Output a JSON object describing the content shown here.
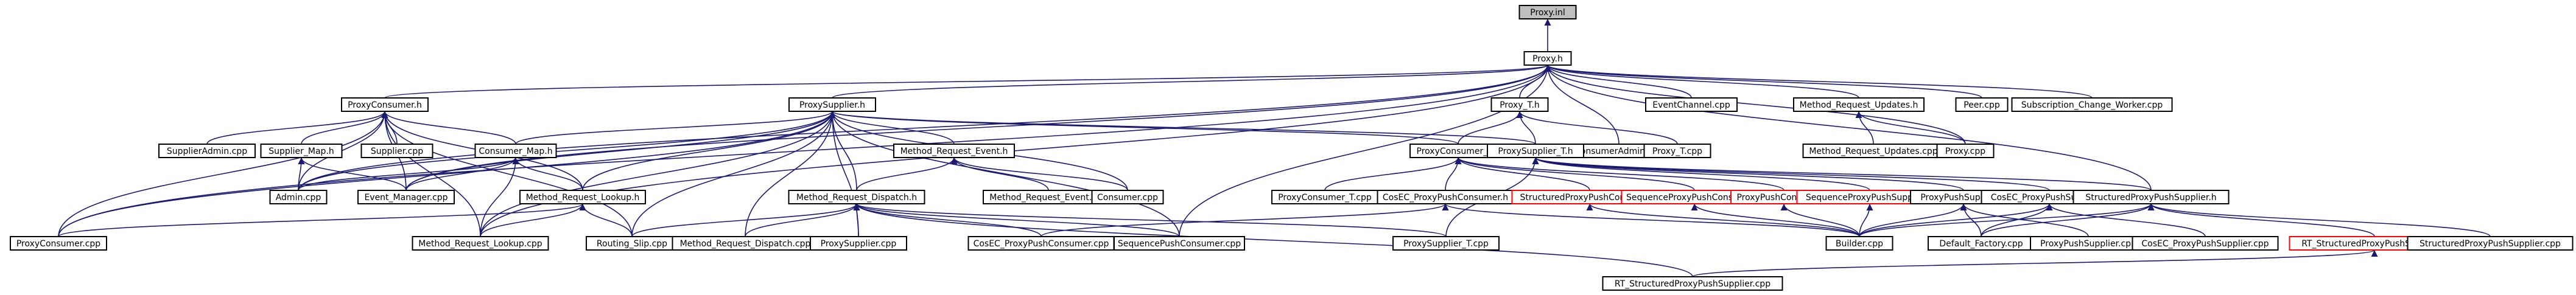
{
  "colors": {
    "edge": "#191970",
    "node_border": "#000000",
    "node_fill": "#ffffff",
    "root_fill": "#bfbfbf",
    "missing_border": "#ff0000"
  },
  "nodes": [
    {
      "id": "n1",
      "label": "Proxy.inl",
      "style": "root"
    },
    {
      "id": "n2",
      "label": "Proxy.h"
    },
    {
      "id": "n3",
      "label": "ProxyConsumer.h"
    },
    {
      "id": "n4",
      "label": "ProxySupplier.h"
    },
    {
      "id": "n5",
      "label": "Proxy_T.h"
    },
    {
      "id": "n6",
      "label": "ConsumerAdmin.cpp"
    },
    {
      "id": "n7",
      "label": "EventChannel.cpp"
    },
    {
      "id": "n8",
      "label": "Method_Request_Updates.h"
    },
    {
      "id": "n9",
      "label": "Peer.cpp"
    },
    {
      "id": "n10",
      "label": "Subscription_Change_Worker.cpp"
    },
    {
      "id": "n11",
      "label": "SupplierAdmin.cpp"
    },
    {
      "id": "n12",
      "label": "Supplier_Map.h"
    },
    {
      "id": "n13",
      "label": "Supplier.cpp"
    },
    {
      "id": "n14",
      "label": "Consumer_Map.h"
    },
    {
      "id": "n15",
      "label": "Method_Request_Event.h"
    },
    {
      "id": "n16",
      "label": "ProxyConsumer_T.h"
    },
    {
      "id": "n17",
      "label": "ProxySupplier_T.h"
    },
    {
      "id": "n18",
      "label": "Proxy_T.cpp"
    },
    {
      "id": "n19",
      "label": "Method_Request_Updates.cpp"
    },
    {
      "id": "n20",
      "label": "Proxy.cpp"
    },
    {
      "id": "n21",
      "label": "Admin.cpp"
    },
    {
      "id": "n22",
      "label": "Event_Manager.cpp"
    },
    {
      "id": "n23",
      "label": "Method_Request_Lookup.h"
    },
    {
      "id": "n24",
      "label": "Method_Request_Event.cpp"
    },
    {
      "id": "n25",
      "label": "Consumer.cpp"
    },
    {
      "id": "n26",
      "label": "ProxyConsumer_T.cpp"
    },
    {
      "id": "n27",
      "label": "CosEC_ProxyPushConsumer.h"
    },
    {
      "id": "n28",
      "label": "StructuredProxyPushConsumer.h",
      "style": "missing"
    },
    {
      "id": "n29",
      "label": "SequenceProxyPushConsumer.h",
      "style": "missing"
    },
    {
      "id": "n30",
      "label": "ProxyPushConsumer.h",
      "style": "missing"
    },
    {
      "id": "n31",
      "label": "SequenceProxyPushSupplier.h",
      "style": "missing"
    },
    {
      "id": "n32",
      "label": "ProxyPushSupplier.h"
    },
    {
      "id": "n33",
      "label": "CosEC_ProxyPushSupplier.h"
    },
    {
      "id": "n34",
      "label": "StructuredProxyPushSupplier.h"
    },
    {
      "id": "n35",
      "label": "Method_Request_Dispatch.h"
    },
    {
      "id": "n36",
      "label": "ProxyConsumer.cpp"
    },
    {
      "id": "n37",
      "label": "Method_Request_Lookup.cpp"
    },
    {
      "id": "n38",
      "label": "Routing_Slip.cpp"
    },
    {
      "id": "n39",
      "label": "Method_Request_Dispatch.cpp"
    },
    {
      "id": "n40",
      "label": "ProxySupplier.cpp"
    },
    {
      "id": "n41",
      "label": "CosEC_ProxyPushConsumer.cpp"
    },
    {
      "id": "n42",
      "label": "SequencePushConsumer.cpp"
    },
    {
      "id": "n43",
      "label": "ProxySupplier_T.cpp"
    },
    {
      "id": "n44",
      "label": "Builder.cpp"
    },
    {
      "id": "n45",
      "label": "Default_Factory.cpp"
    },
    {
      "id": "n46",
      "label": "ProxyPushSupplier.cpp"
    },
    {
      "id": "n47",
      "label": "CosEC_ProxyPushSupplier.cpp"
    },
    {
      "id": "n48",
      "label": "RT_StructuredProxyPushSupplier.h",
      "style": "missing"
    },
    {
      "id": "n49",
      "label": "StructuredProxyPushSupplier.cpp"
    },
    {
      "id": "n50",
      "label": "RT_StructuredProxyPushSupplier.cpp"
    }
  ],
  "edges": [
    [
      "n1",
      "n2"
    ],
    [
      "n2",
      "n3"
    ],
    [
      "n2",
      "n4"
    ],
    [
      "n2",
      "n5"
    ],
    [
      "n2",
      "n6"
    ],
    [
      "n2",
      "n7"
    ],
    [
      "n2",
      "n8"
    ],
    [
      "n2",
      "n9"
    ],
    [
      "n2",
      "n10"
    ],
    [
      "n2",
      "n20"
    ],
    [
      "n2",
      "n21"
    ],
    [
      "n2",
      "n22"
    ],
    [
      "n2",
      "n36"
    ],
    [
      "n2",
      "n37"
    ],
    [
      "n2",
      "n42"
    ],
    [
      "n2",
      "n34"
    ],
    [
      "n3",
      "n11"
    ],
    [
      "n3",
      "n12"
    ],
    [
      "n3",
      "n13"
    ],
    [
      "n3",
      "n14"
    ],
    [
      "n3",
      "n22"
    ],
    [
      "n3",
      "n21"
    ],
    [
      "n3",
      "n23"
    ],
    [
      "n3",
      "n36"
    ],
    [
      "n3",
      "n37"
    ],
    [
      "n3",
      "n38"
    ],
    [
      "n4",
      "n14"
    ],
    [
      "n4",
      "n15"
    ],
    [
      "n4",
      "n16"
    ],
    [
      "n4",
      "n17"
    ],
    [
      "n4",
      "n25"
    ],
    [
      "n4",
      "n35"
    ],
    [
      "n4",
      "n39"
    ],
    [
      "n4",
      "n40"
    ],
    [
      "n4",
      "n42"
    ],
    [
      "n4",
      "n22"
    ],
    [
      "n4",
      "n21"
    ],
    [
      "n4",
      "n38"
    ],
    [
      "n4",
      "n37"
    ],
    [
      "n4",
      "n36"
    ],
    [
      "n4",
      "n23"
    ],
    [
      "n5",
      "n16"
    ],
    [
      "n5",
      "n17"
    ],
    [
      "n5",
      "n18"
    ],
    [
      "n8",
      "n19"
    ],
    [
      "n8",
      "n20"
    ],
    [
      "n12",
      "n21"
    ],
    [
      "n12",
      "n22"
    ],
    [
      "n14",
      "n21"
    ],
    [
      "n14",
      "n22"
    ],
    [
      "n14",
      "n23"
    ],
    [
      "n14",
      "n37"
    ],
    [
      "n15",
      "n24"
    ],
    [
      "n15",
      "n25"
    ],
    [
      "n15",
      "n35"
    ],
    [
      "n16",
      "n26"
    ],
    [
      "n16",
      "n27"
    ],
    [
      "n16",
      "n28"
    ],
    [
      "n16",
      "n29"
    ],
    [
      "n16",
      "n30"
    ],
    [
      "n17",
      "n31"
    ],
    [
      "n17",
      "n32"
    ],
    [
      "n17",
      "n33"
    ],
    [
      "n17",
      "n34"
    ],
    [
      "n17",
      "n43"
    ],
    [
      "n23",
      "n36"
    ],
    [
      "n23",
      "n37"
    ],
    [
      "n23",
      "n38"
    ],
    [
      "n27",
      "n41"
    ],
    [
      "n27",
      "n44"
    ],
    [
      "n28",
      "n44"
    ],
    [
      "n29",
      "n44"
    ],
    [
      "n30",
      "n44"
    ],
    [
      "n31",
      "n44"
    ],
    [
      "n32",
      "n44"
    ],
    [
      "n32",
      "n45"
    ],
    [
      "n32",
      "n46"
    ],
    [
      "n33",
      "n44"
    ],
    [
      "n33",
      "n45"
    ],
    [
      "n33",
      "n47"
    ],
    [
      "n34",
      "n44"
    ],
    [
      "n34",
      "n45"
    ],
    [
      "n34",
      "n48"
    ],
    [
      "n34",
      "n49"
    ],
    [
      "n35",
      "n38"
    ],
    [
      "n35",
      "n39"
    ],
    [
      "n35",
      "n40"
    ],
    [
      "n35",
      "n41"
    ],
    [
      "n35",
      "n42"
    ],
    [
      "n35",
      "n43"
    ],
    [
      "n35",
      "n50"
    ],
    [
      "n48",
      "n50"
    ]
  ]
}
